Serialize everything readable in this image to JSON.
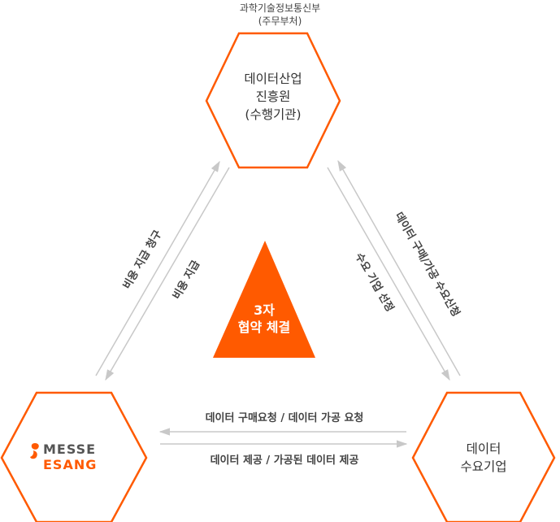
{
  "ministry": {
    "line1": "과학기술정보통신부",
    "line2": "(주무부처)"
  },
  "nodes": {
    "top": {
      "line1": "데이터산업",
      "line2": "진흥원",
      "line3": "(수행기관)"
    },
    "right": {
      "line1": "데이터",
      "line2": "수요기업"
    },
    "left": {
      "logo_line1": "MESSE",
      "logo_line2": "ESANG"
    }
  },
  "center": {
    "line1": "3자",
    "line2": "협약 체결"
  },
  "edges": {
    "left_outer": "비용 지급 청구",
    "left_inner": "비용 지급",
    "right_outer": "데이터 구매/가공 수요신청",
    "right_inner": "수요 기업 선정",
    "bottom_top": "데이터 구매요청 / 데이터 가공 요청",
    "bottom_bottom": "데이터 제공 / 가공된 데이터 제공"
  },
  "colors": {
    "accent": "#ff5a00",
    "arrow": "#c8c8c8",
    "logo_dark": "#555555"
  }
}
